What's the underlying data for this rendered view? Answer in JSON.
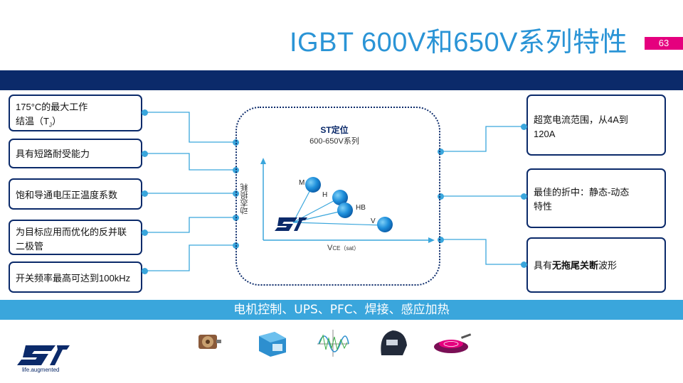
{
  "title": "IGBT 600V和650V系列特性",
  "page_number": "63",
  "left_features": [
    {
      "line1": "175°C的最大工作",
      "line2": "结温（T",
      "sub": "J",
      "close": "）"
    },
    {
      "text": "具有短路耐受能力"
    },
    {
      "text": "饱和导通电压正温度系数"
    },
    {
      "line1": "为目标应用而优化的反并联",
      "line2": "二极管"
    },
    {
      "text": "开关频率最高可达到100kHz"
    }
  ],
  "right_features": [
    {
      "line1": "超宽电流范围，从4A到",
      "line2": "120A"
    },
    {
      "line1": "最佳的折中：静态-动态",
      "line2": "特性"
    },
    {
      "prefix": "具有",
      "bold": "无拖尾关断",
      "suffix": "波形"
    }
  ],
  "center": {
    "title": "ST定位",
    "subtitle": "600-650V系列",
    "ylabel": "动态损耗",
    "xlabel_main": "V",
    "xlabel_sub": "CE（sat）",
    "series": [
      "M",
      "H",
      "HB",
      "V"
    ]
  },
  "applications_banner": "电机控制、UPS、PFC、焊接、感应加热",
  "app_icons": [
    "motor-icon",
    "ups-icon",
    "pfc-waveform-icon",
    "welding-helmet-icon",
    "induction-cooktop-icon"
  ],
  "logo_tagline": "life.augmented",
  "colors": {
    "brand_navy": "#0b2a6a",
    "accent_blue": "#2a94d6",
    "light_blue": "#3aa6dc",
    "magenta": "#e5007e"
  }
}
